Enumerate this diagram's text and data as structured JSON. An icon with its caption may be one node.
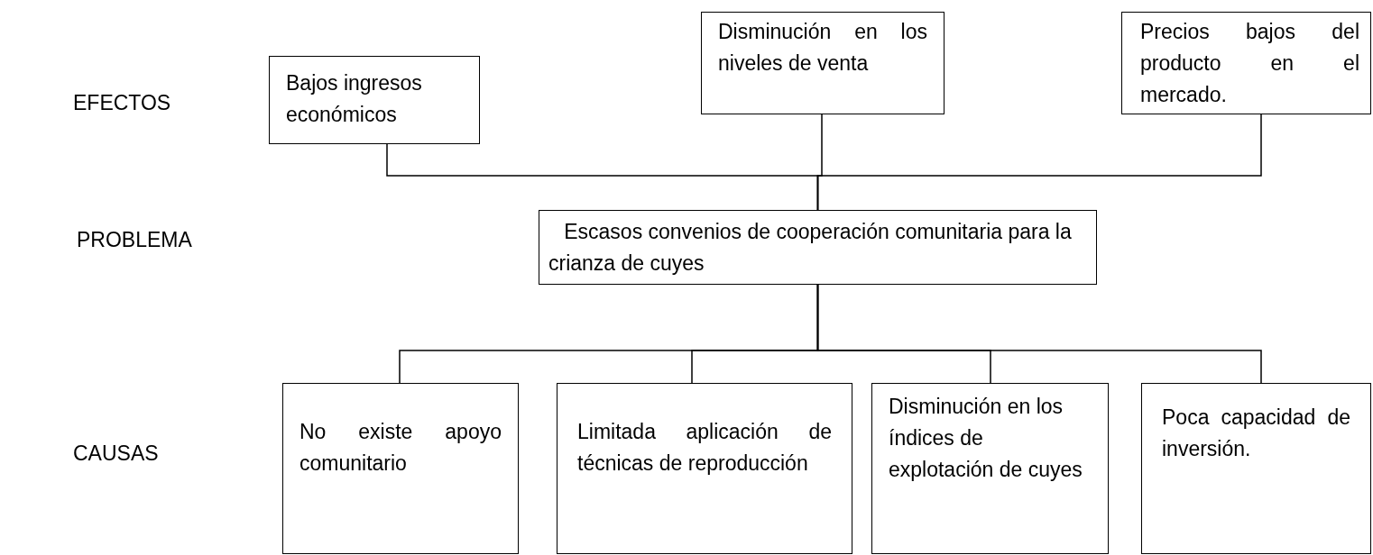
{
  "diagram": {
    "nodes": [
      {
        "text": [
          "Bajos ingresos económicos"
        ]
      },
      {
        "text": [
          "Disminución en los niveles de venta"
        ]
      },
      {
        "text": [
          "Precios bajos del producto en el mercado."
        ]
      },
      {
        "text": [
          "Escasos convenios de cooperación comunitaria para la crianza de cuyes"
        ]
      },
      {
        "text": [
          "No existe apoyo comunitario"
        ]
      },
      {
        "text": [
          "Limitada aplicación de técnicas de reproducción"
        ]
      },
      {
        "text": [
          "Disminución en los índices de explotación de cuyes"
        ]
      },
      {
        "text": [
          "Poca capacidad de inversión."
        ]
      }
    ],
    "edges": [
      {
        "from": 3,
        "to": 0,
        "arrow": "none"
      },
      {
        "from": 3,
        "to": 1,
        "arrow": "none"
      },
      {
        "from": 3,
        "to": 2,
        "arrow": "none"
      },
      {
        "from": 3,
        "to": 4,
        "arrow": "none"
      },
      {
        "from": 3,
        "to": 5,
        "arrow": "none"
      },
      {
        "from": 3,
        "to": 6,
        "arrow": "none"
      },
      {
        "from": 3,
        "to": 7,
        "arrow": "none"
      }
    ],
    "labels": [
      "EFECTOS",
      "PROBLEMA",
      "CAUSAS"
    ]
  }
}
